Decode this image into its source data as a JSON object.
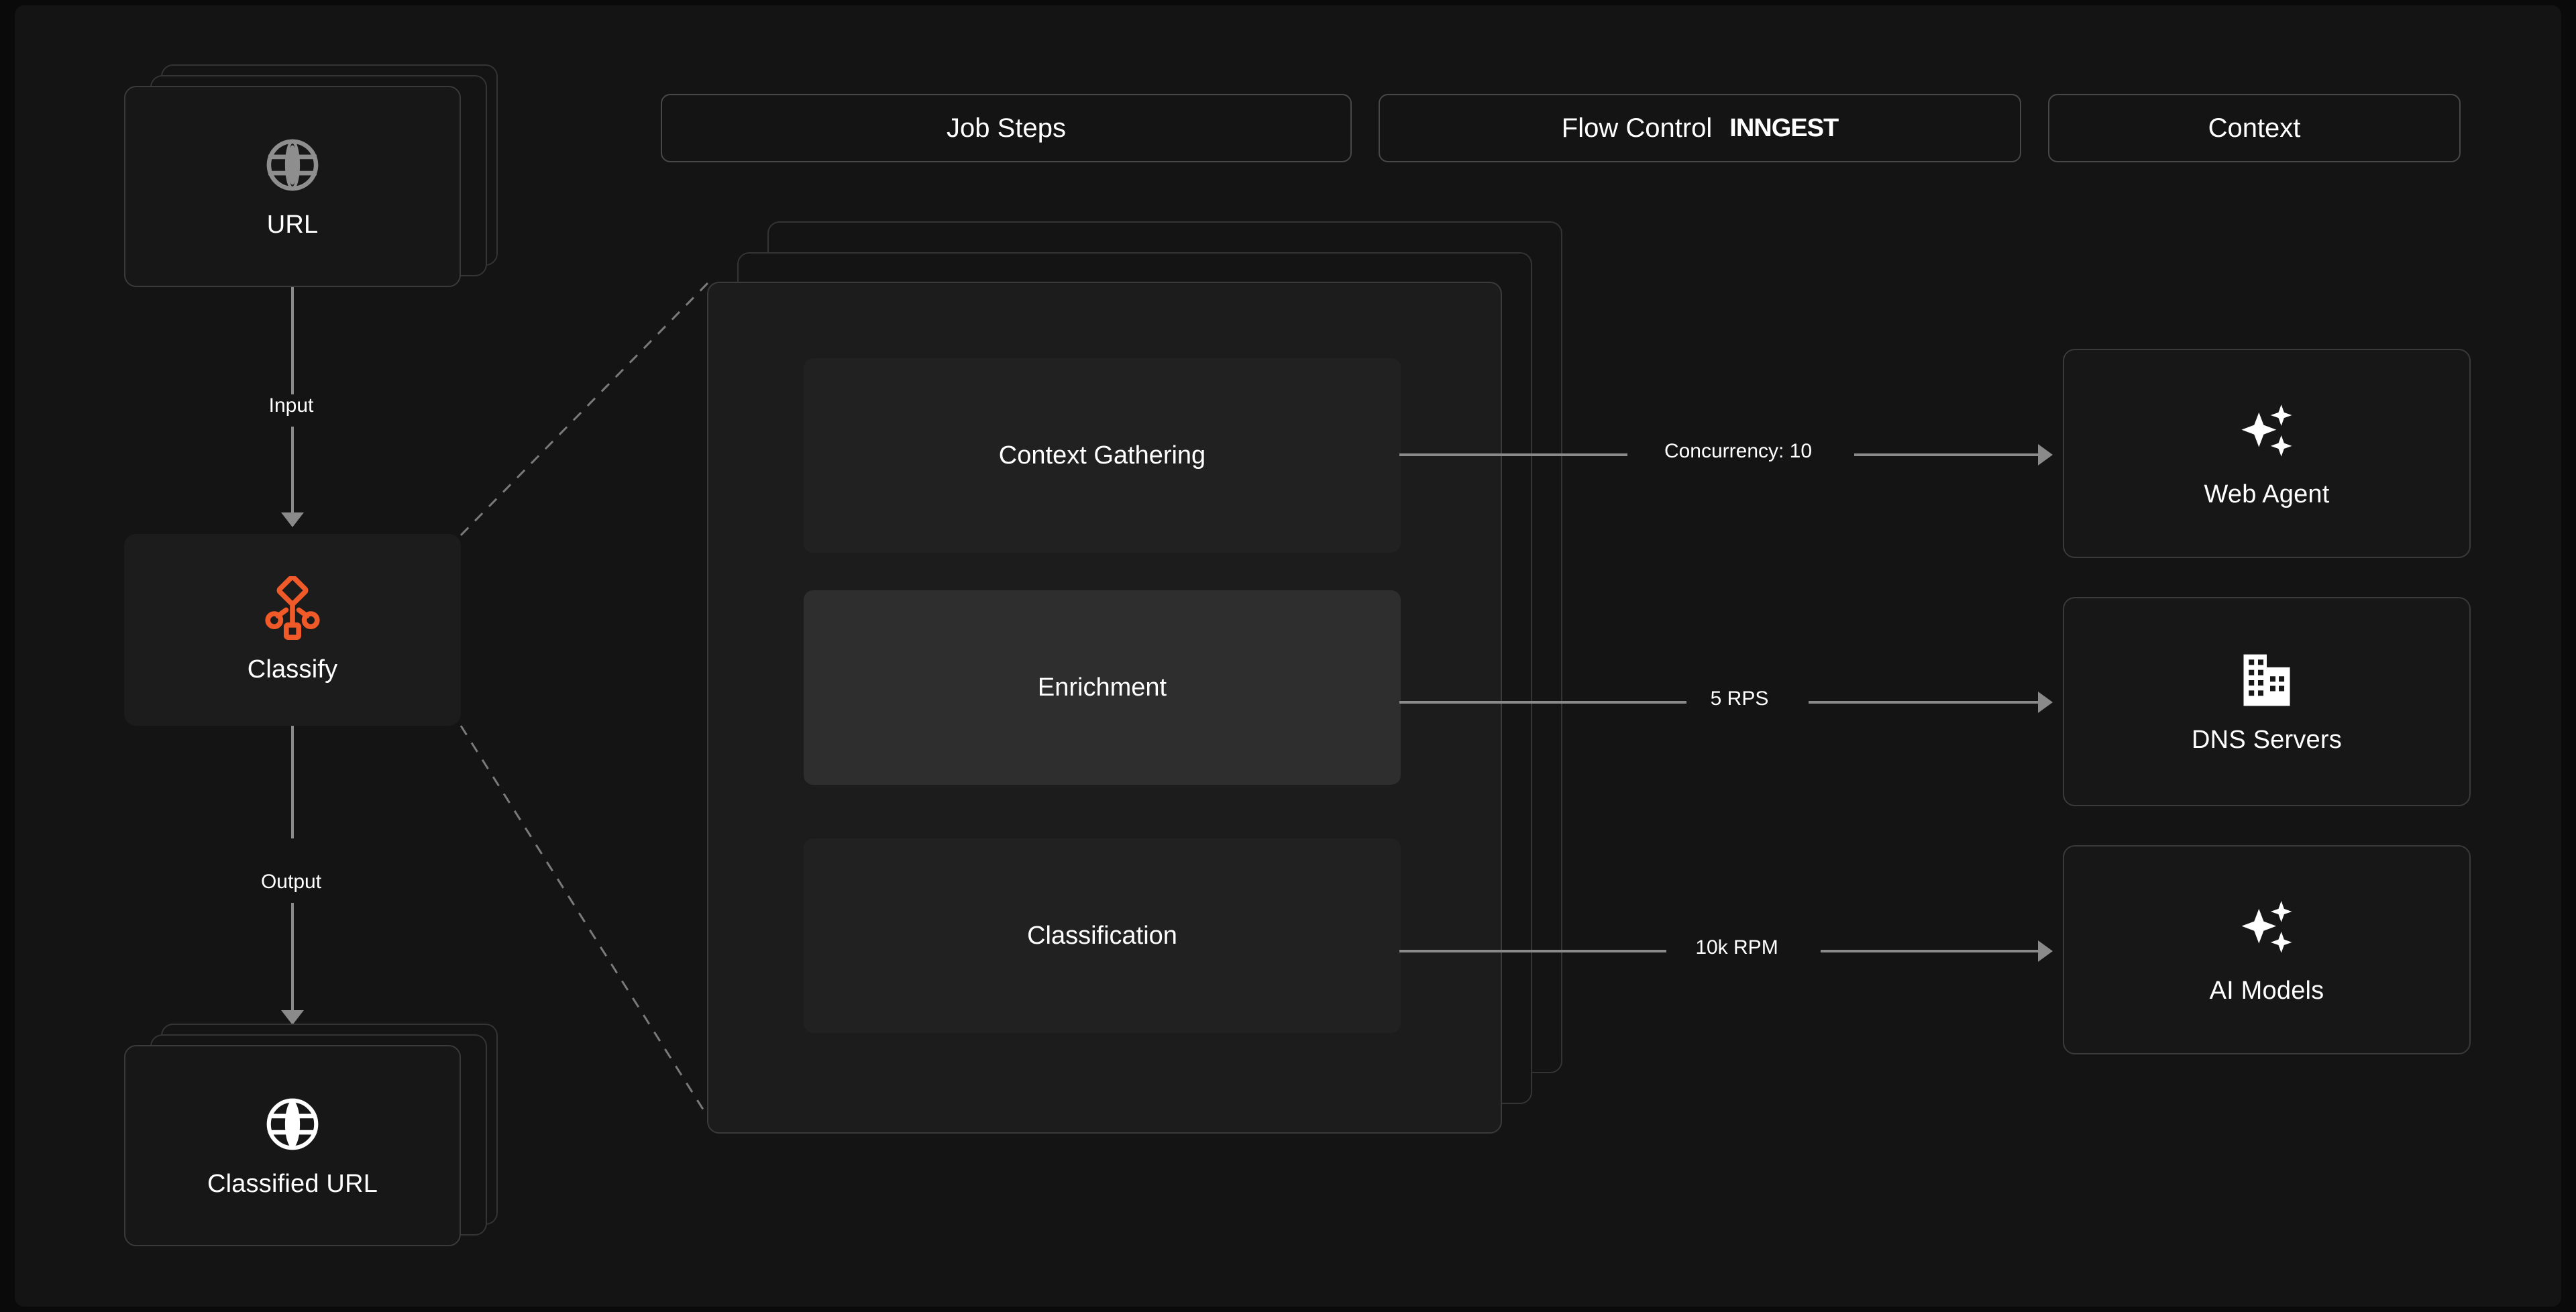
{
  "header": {
    "tabs": [
      {
        "label": "Job Steps",
        "brand": ""
      },
      {
        "label": "Flow Control",
        "brand": "INNGEST"
      },
      {
        "label": "Context",
        "brand": ""
      }
    ]
  },
  "pipeline": {
    "input_node": {
      "label": "URL",
      "icon": "globe-icon",
      "stacked": true,
      "icon_color": "#8e8e8e"
    },
    "input_edge_label": "Input",
    "process_node": {
      "label": "Classify",
      "icon": "classify-hierarchy-icon",
      "icon_color": "#f05a28"
    },
    "output_edge_label": "Output",
    "output_node": {
      "label": "Classified URL",
      "icon": "globe-icon",
      "stacked": true,
      "icon_color": "#ffffff"
    }
  },
  "job_steps": {
    "panel_stacked": true,
    "steps": [
      {
        "label": "Context Gathering",
        "highlighted": false
      },
      {
        "label": "Enrichment",
        "highlighted": true
      },
      {
        "label": "Classification",
        "highlighted": false
      }
    ]
  },
  "flow_control": {
    "edges": [
      {
        "label": "Concurrency: 10"
      },
      {
        "label": "5 RPS"
      },
      {
        "label": "10k RPM"
      }
    ]
  },
  "context": {
    "resources": [
      {
        "label": "Web Agent",
        "icon": "sparkles-icon"
      },
      {
        "label": "DNS Servers",
        "icon": "building-icon"
      },
      {
        "label": "AI Models",
        "icon": "sparkles-icon"
      }
    ]
  },
  "colors": {
    "background": "#141414",
    "accent": "#f05a28",
    "card_border": "#3a3a3a",
    "pill_border": "#484848",
    "connector": "#8a8a8a",
    "step_dim": "#212121",
    "step_bright": "#2e2e2e",
    "text": "#ffffff"
  }
}
